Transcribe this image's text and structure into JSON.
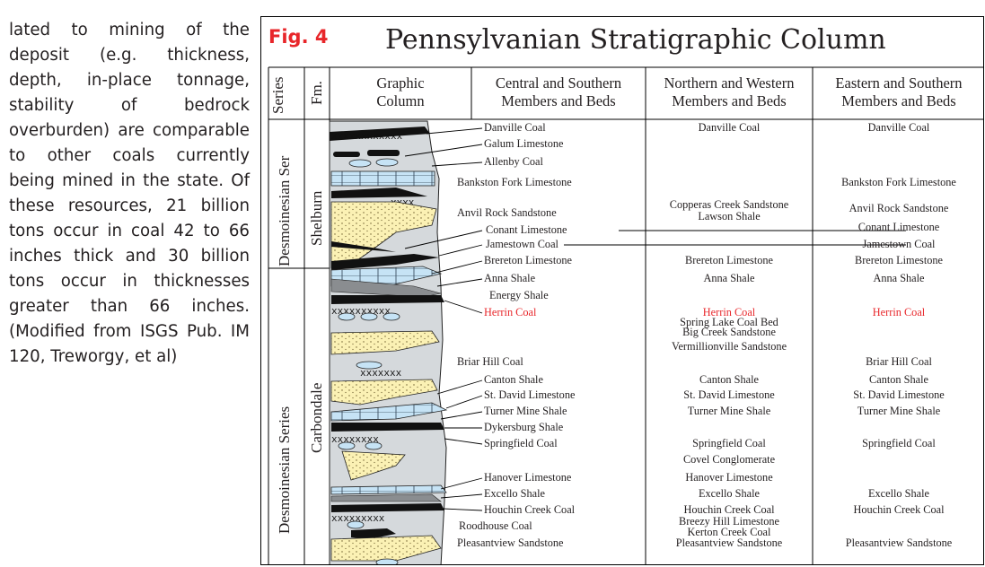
{
  "left_text": "lated to mining of the deposit (e.g. thickness, depth, in-place tonnage, stability of bedrock overburden) are comparable to other coals currently being mined in the state. Of these resources, 21 billion tons occur in coal 42 to 66 inches thick and 30 billion tons occur in thicknesses greater than 66 inches. (Modified from ISGS Pub. IM 120, Treworgy, et al)",
  "figure": {
    "label": "Fig. 4",
    "title": "Pennsylvanian Stratigraphic Column",
    "headers": {
      "series": "Series",
      "formation": "Fm.",
      "graphic": "Graphic\nColumn",
      "central": "Central and Southern\nMembers and Beds",
      "northern": "Northern and Western\nMembers and Beds",
      "eastern": "Eastern and Southern\nMembers and Beds"
    },
    "series_labels": {
      "upper": "Desmoinesian Ser",
      "lower": "Desmoinesian Series"
    },
    "formation_labels": {
      "upper": "Shelburn",
      "lower": "Carbondale"
    },
    "highlight_color": "#e8262a",
    "central": [
      "Danville Coal",
      "Galum Limestone",
      "Allenby Coal",
      "Bankston Fork Limestone",
      "Anvil Rock Sandstone",
      "Conant Limestone",
      "Jamestown Coal",
      "Brereton Limestone",
      "Anna Shale",
      "Energy Shale",
      "Herrin Coal",
      "Briar Hill Coal",
      "Canton Shale",
      "St. David Limestone",
      "Turner Mine Shale",
      "Dykersburg Shale",
      "Springfield Coal",
      "Hanover Limestone",
      "Excello Shale",
      "Houchin Creek Coal",
      "Roodhouse Coal",
      "Pleasantview Sandstone"
    ],
    "northern": [
      "Danville Coal",
      "Copperas Creek Sandstone",
      "Lawson Shale",
      "Brereton Limestone",
      "Anna Shale",
      "Herrin Coal",
      "Spring Lake Coal Bed",
      "Big Creek Sandstone",
      "Vermillionville Sandstone",
      "Canton Shale",
      "St. David Limestone",
      "Turner Mine Shale",
      "Springfield Coal",
      "Covel Conglomerate",
      "Hanover Limestone",
      "Excello Shale",
      "Houchin Creek Coal",
      "Breezy Hill Limestone",
      "Kerton Creek Coal",
      "Pleasantview Sandstone"
    ],
    "eastern": [
      "Danville Coal",
      "Bankston Fork Limestone",
      "Anvil Rock Sandstone",
      "Conant Limestone",
      "Jamestown Coal",
      "Brereton Limestone",
      "Anna Shale",
      "Herrin Coal",
      "Briar Hill Coal",
      "Canton Shale",
      "St. David Limestone",
      "Turner Mine Shale",
      "Springfield Coal",
      "Excello Shale",
      "Houchin Creek Coal",
      "Pleasantview Sandstone"
    ]
  }
}
